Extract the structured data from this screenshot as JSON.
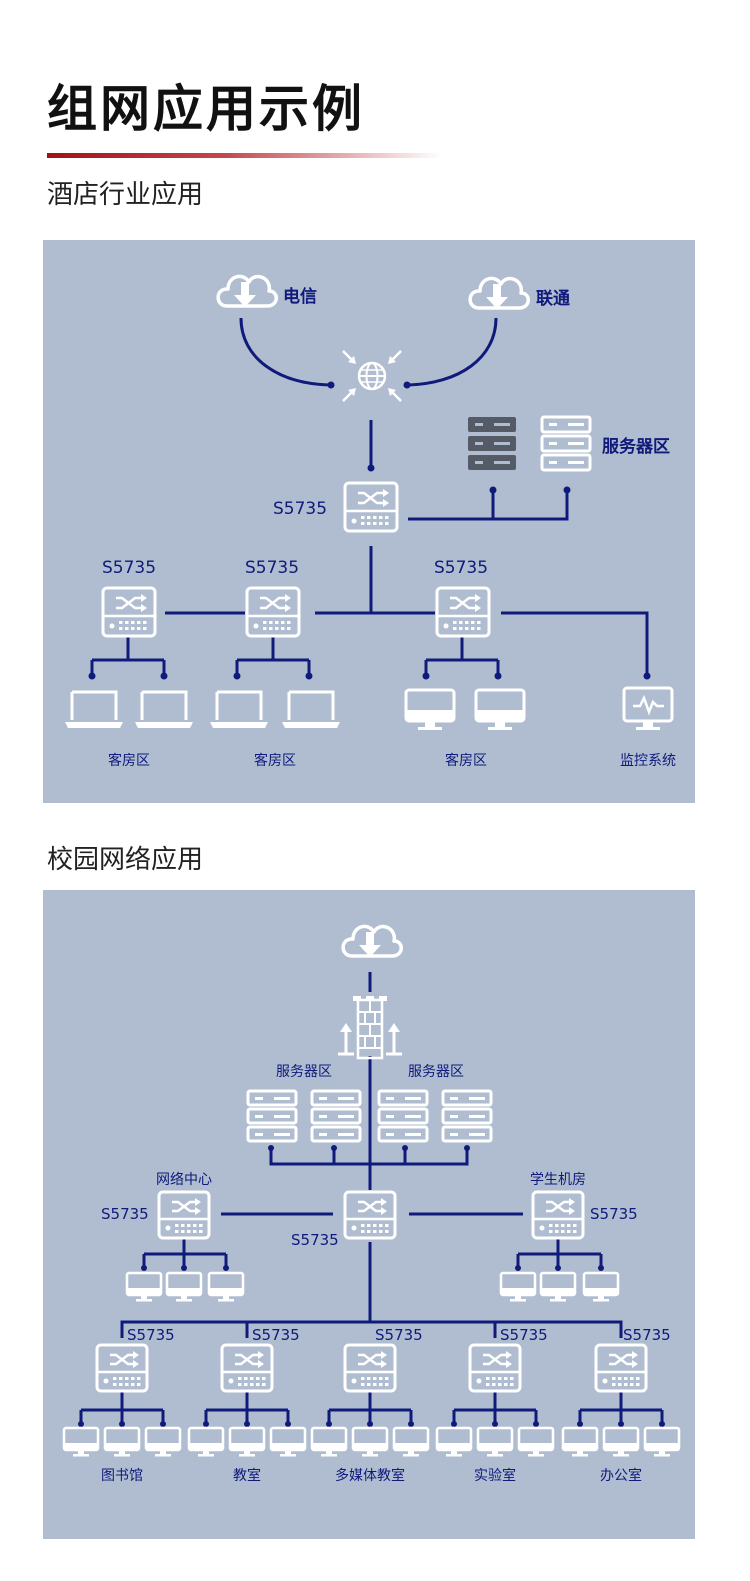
{
  "page": {
    "title": "组网应用示例"
  },
  "colors": {
    "accent": "#a30f16",
    "panel_bg": "#b0bdd1",
    "line": "#0f1a7a",
    "label": "#0f1a7a",
    "icon": "#ffffff",
    "server_dark": "#555b66"
  },
  "hotel": {
    "title": "酒店行业应用",
    "isp1": "电信",
    "isp2": "联通",
    "server_zone": "服务器区",
    "core_switch": "S5735",
    "access_switches": [
      "S5735",
      "S5735",
      "S5735"
    ],
    "rooms": [
      "客房区",
      "客房区",
      "客房区"
    ],
    "monitor": "监控系统"
  },
  "campus": {
    "title": "校园网络应用",
    "server_zones": [
      "服务器区",
      "服务器区"
    ],
    "network_center": "网络中心",
    "student_lab": "学生机房",
    "core_switch": "S5735",
    "left_switch": "S5735",
    "right_switch": "S5735",
    "access_switches": [
      "S5735",
      "S5735",
      "S5735",
      "S5735",
      "S5735"
    ],
    "areas": [
      "图书馆",
      "教室",
      "多媒体教室",
      "实验室",
      "办公室"
    ]
  }
}
